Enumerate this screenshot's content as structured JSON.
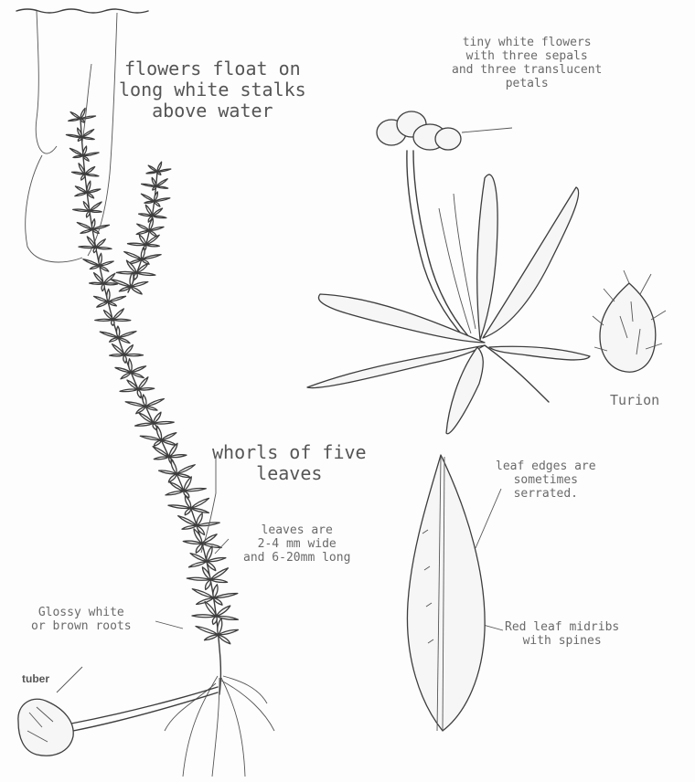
{
  "labels": {
    "flowers_float": [
      "flowers float on",
      "long white stalks",
      "above water"
    ],
    "tiny_flowers": [
      "tiny white flowers",
      "with three sepals",
      "and three translucent",
      "petals"
    ],
    "turion": "Turion",
    "whorls": [
      "whorls of five",
      "leaves"
    ],
    "leaf_edges": [
      "leaf edges are",
      "sometimes",
      "serrated."
    ],
    "leaf_size": [
      "leaves are",
      "2-4 mm wide",
      "and 6-20mm long"
    ],
    "roots": [
      "Glossy white",
      "or brown roots"
    ],
    "tuber": "tuber",
    "midrib": [
      "Red leaf midribs",
      "with spines"
    ]
  }
}
